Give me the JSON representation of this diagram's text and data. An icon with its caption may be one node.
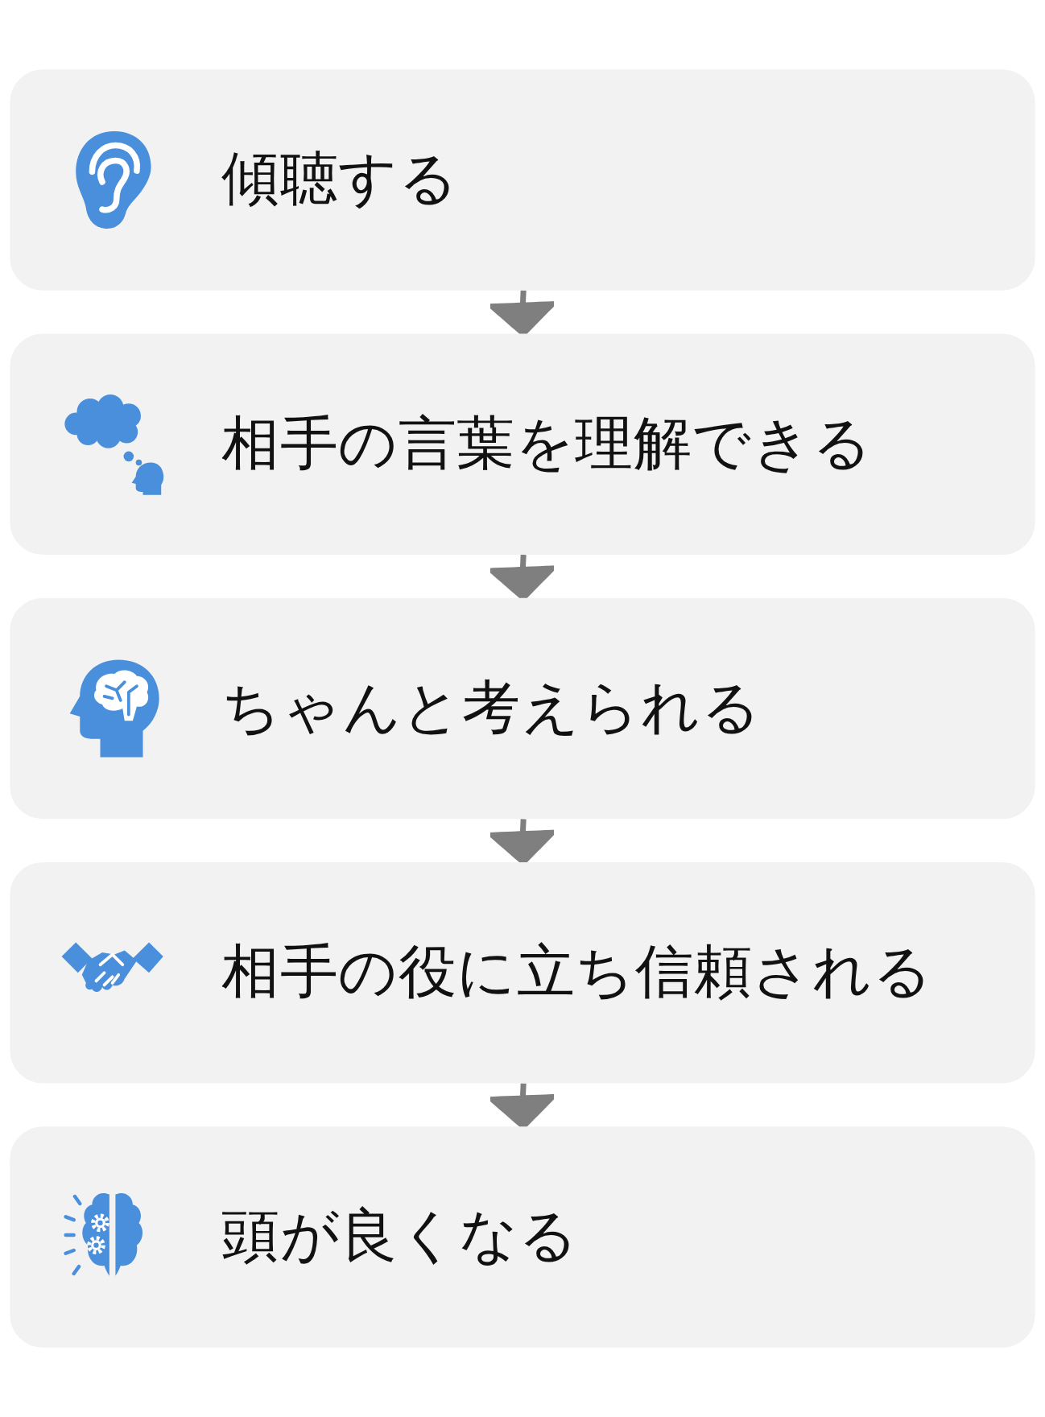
{
  "diagram": {
    "nodes": [
      {
        "text": [
          "傾聴する"
        ]
      },
      {
        "text": [
          "相手の言葉を理解できる"
        ]
      },
      {
        "text": [
          "ちゃんと考えられる"
        ]
      },
      {
        "text": [
          "相手の役に立ち信頼される"
        ]
      },
      {
        "text": [
          "頭が良くなる"
        ]
      }
    ],
    "edges": [
      {
        "from": 0,
        "to": 1,
        "arrow": "to"
      },
      {
        "from": 1,
        "to": 2,
        "arrow": "to"
      },
      {
        "from": 2,
        "to": 3,
        "arrow": "to"
      },
      {
        "from": 3,
        "to": 4,
        "arrow": "to"
      }
    ]
  }
}
